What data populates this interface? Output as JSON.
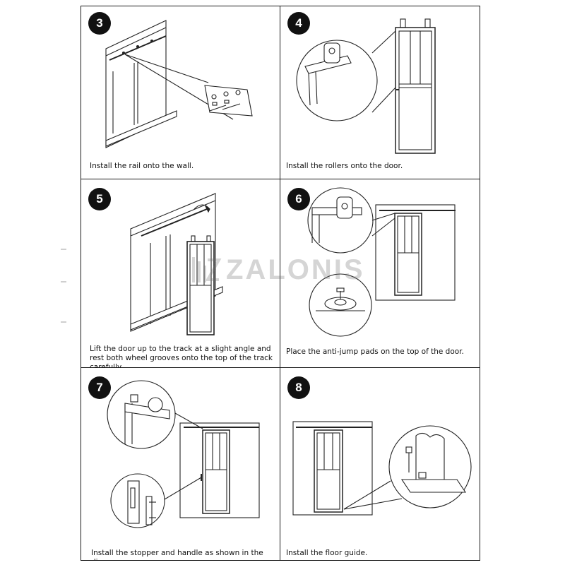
{
  "watermark": {
    "text": "ZALONIS"
  },
  "steps": [
    {
      "number": "3",
      "caption": "Install the rail onto the wall."
    },
    {
      "number": "4",
      "caption": "Install the rollers onto the door."
    },
    {
      "number": "5",
      "caption": "Lift the door up to the track at a slight angle and rest both wheel grooves onto the top of the track carefully."
    },
    {
      "number": "6",
      "caption": "Place the anti-jump pads on the top of the door."
    },
    {
      "number": "7",
      "caption": "Install the stopper and handle as shown in the diagram."
    },
    {
      "number": "8",
      "caption": "Install the floor guide."
    }
  ],
  "colors": {
    "ink": "#111111",
    "border": "#1a1a1a",
    "watermark": "#6a6a6a"
  }
}
